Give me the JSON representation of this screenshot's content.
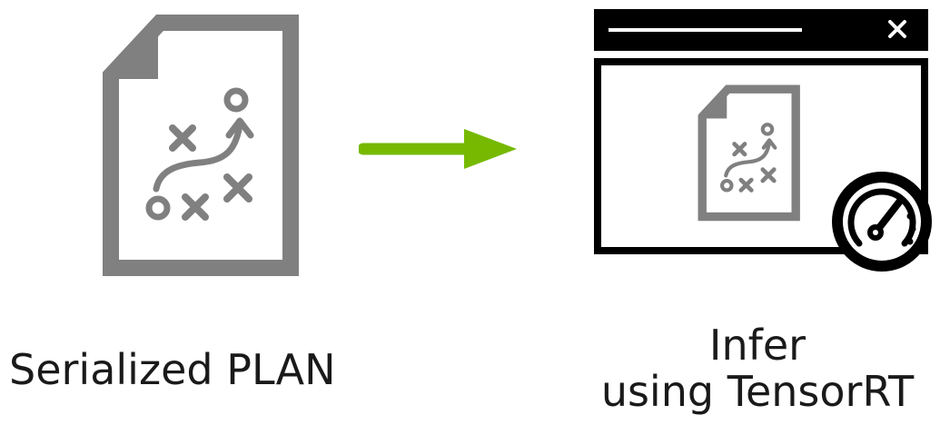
{
  "nodes": [
    {
      "id": "plan",
      "label": "Serialized PLAN",
      "icon": "plan-document-icon"
    },
    {
      "id": "infer",
      "label_lines": [
        "Infer",
        "using TensorRT"
      ],
      "icon": "app-window-with-speedometer-icon"
    }
  ],
  "edges": [
    {
      "from": "plan",
      "to": "infer",
      "style": "arrow"
    }
  ],
  "colors": {
    "icon_gray": "#808080",
    "arrow_green": "#76b900",
    "window_black": "#000000",
    "text": "#1a1a1a"
  }
}
